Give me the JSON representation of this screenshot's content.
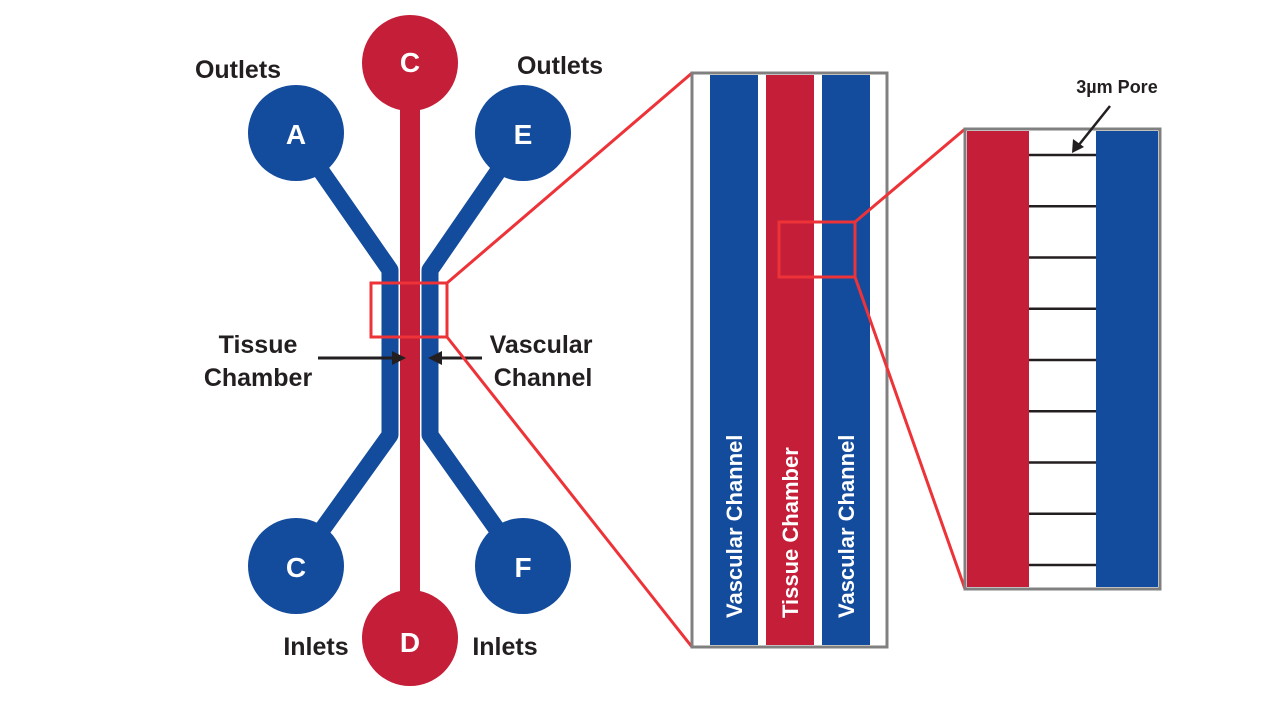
{
  "colors": {
    "vascular": "#134b9d",
    "tissue": "#c41e38",
    "highlight": "#ee3338",
    "frame": "#808080",
    "text": "#231f20"
  },
  "labels": {
    "outlets_left": "Outlets",
    "outlets_right": "Outlets",
    "inlets_left": "Inlets",
    "inlets_right": "Inlets",
    "tissue_line1": "Tissue",
    "tissue_line2": "Chamber",
    "vascular_line1": "Vascular",
    "vascular_line2": "Channel",
    "pore": "3µm Pore"
  },
  "ports": {
    "top_center": "C",
    "top_left": "A",
    "top_right": "E",
    "bottom_left": "C",
    "bottom_center": "D",
    "bottom_right": "F"
  },
  "detail_channels": [
    "Vascular Channel",
    "Tissue Chamber",
    "Vascular Channel"
  ],
  "pore_count": 9
}
